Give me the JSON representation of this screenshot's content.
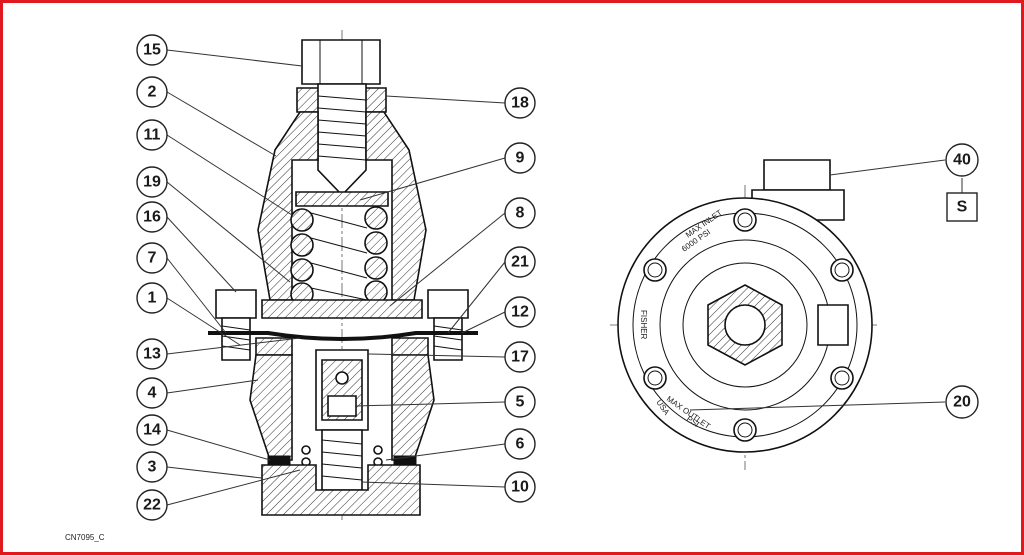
{
  "drawing_code": "CN7095_C",
  "callouts_left": [
    "15",
    "2",
    "11",
    "19",
    "16",
    "7",
    "1",
    "13",
    "4",
    "14",
    "3",
    "22"
  ],
  "callouts_right": [
    "18",
    "9",
    "8",
    "21",
    "12",
    "17",
    "5",
    "6",
    "10"
  ],
  "callouts_face": [
    "40",
    "20"
  ],
  "square_label": "S",
  "face_texts": {
    "max_inlet": "MAX INLET",
    "inlet_psi": "6000 PSI",
    "brand": "FISHER",
    "max_outlet": "MAX OUTLET",
    "outlet_psi": "PSI",
    "country": "USA"
  },
  "colors": {
    "frame": "#e0191f",
    "line": "#111111",
    "background": "#ffffff"
  }
}
